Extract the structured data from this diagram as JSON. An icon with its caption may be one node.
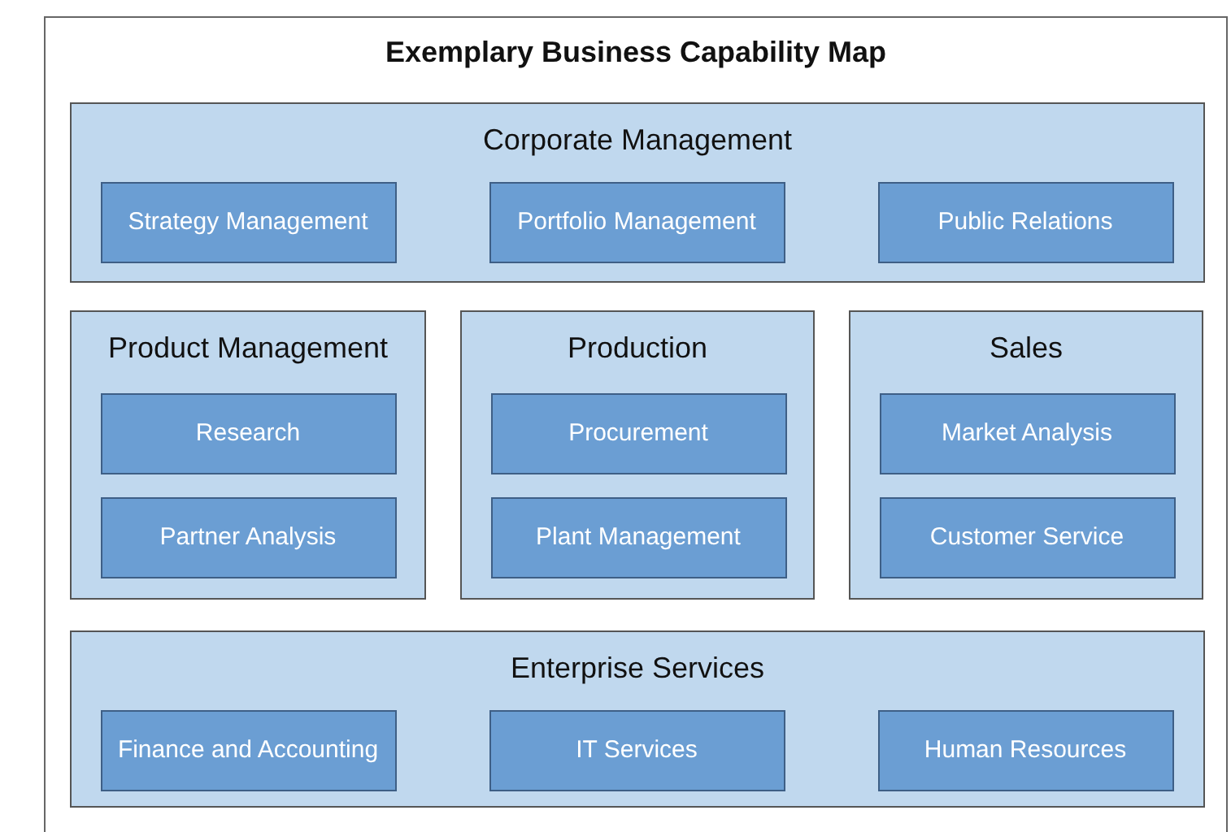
{
  "diagram": {
    "title": "Exemplary Business Capability Map",
    "nodes": [
      {
        "text": [
          "Corporate Management"
        ]
      },
      {
        "text": [
          "Strategy Management"
        ],
        "in": 0
      },
      {
        "text": [
          "Portfolio Management"
        ],
        "in": 0
      },
      {
        "text": [
          "Public Relations"
        ],
        "in": 0
      },
      {
        "text": [
          "Product Management"
        ]
      },
      {
        "text": [
          "Research"
        ],
        "in": 4
      },
      {
        "text": [
          "Partner Analysis"
        ],
        "in": 4
      },
      {
        "text": [
          "Production"
        ]
      },
      {
        "text": [
          "Procurement"
        ],
        "in": 7
      },
      {
        "text": [
          "Plant Management"
        ],
        "in": 7
      },
      {
        "text": [
          "Sales"
        ]
      },
      {
        "text": [
          "Market Analysis"
        ],
        "in": 10
      },
      {
        "text": [
          "Customer Service"
        ],
        "in": 10
      },
      {
        "text": [
          "Enterprise Services"
        ]
      },
      {
        "text": [
          "Finance and Accounting"
        ],
        "in": 13
      },
      {
        "text": [
          "IT Services"
        ],
        "in": 13
      },
      {
        "text": [
          "Human Resources"
        ],
        "in": 13
      }
    ]
  }
}
